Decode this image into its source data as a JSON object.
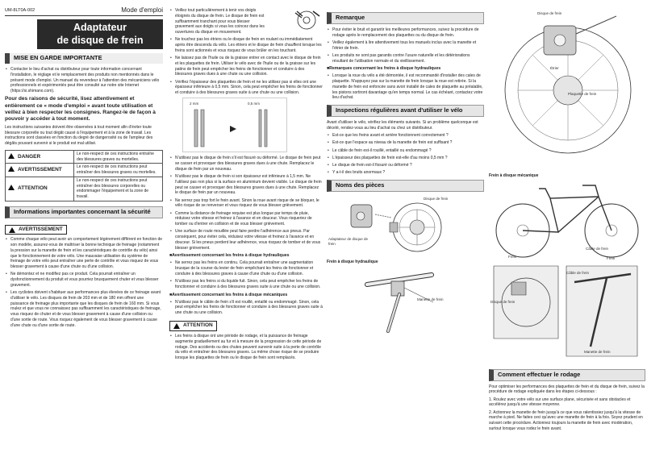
{
  "header": {
    "model": "UM-8LT0A-002",
    "manual_type": "Mode d'emploi"
  },
  "title": {
    "line1": "Adaptateur",
    "line2": "de disque de frein"
  },
  "col1": {
    "sec_mise_en_garde": "MISE EN GARDE IMPORTANTE",
    "bullet_contact": "Contacter le lieu d'achat ou distributeur pour toute information concernant l'installation, le réglage et le remplacement des produits non mentionnés dans le présent mode d'emploi. Un manuel du revendeur à l'attention des mécaniciens vélo professionnels et expérimentés peut être consulté sur notre site Internet (https://si.shimano.com).",
    "bold_reasons": "Pour des raisons de sécurité, lisez attentivement et entièrement ce « mode d'emploi » avant toute utilisation et veillez à bien respecter les consignes. Rangez-le de façon à pouvoir y accéder à tout moment.",
    "para_instructions": "Les instructions suivantes doivent être observées à tout moment afin d'éviter toute blessure corporelle ou tout dégât causé à l'équipement et à la zone de travail. Les instructions sont classées en fonction du degré de dangerosité ou de l'ampleur des dégâts pouvant survenir si le produit est mal utilisé.",
    "warnings": [
      {
        "key": "DANGER",
        "text": "Le non-respect de ces instructions entraîne des blessures graves ou mortelles."
      },
      {
        "key": "AVERTISSEMENT",
        "text": "Le non-respect de ces instructions peut entraîner des blessures graves ou mortelles."
      },
      {
        "key": "ATTENTION",
        "text": "Le non-respect de ces instructions peut entraîner des blessures corporelles ou endommager l'équipement et la zone de travail."
      }
    ],
    "sec_info": "Informations importantes concernant la sécurité",
    "badge_avert": "AVERTISSEMENT",
    "bullets": [
      "Comme chaque vélo peut avoir un comportement légèrement différent en fonction de son modèle, assurez-vous de maîtriser la bonne technique de freinage (notamment la pression sur la manette de frein et les caractéristiques de contrôle du vélo) ainsi que le fonctionnement de votre vélo. Une mauvaise utilisation du système de freinage de votre vélo peut entraîner une perte de contrôle et vous risquez de vous blesser gravement à cause d'une chute ou d'une collision.",
      "Ne démontez et ne modifiez pas ce produit. Cela pourrait entraîner un dysfonctionnement du produit et vous pourriez brusquement chuter et vous blesser gravement.",
      "Les cyclistes doivent s'habituer aux performances plus élevées de ce freinage avant d'utiliser le vélo. Les disques de frein de 203 mm et de 180 mm offrent une puissance de freinage plus importante que les disques de frein de 160 mm. Si vous roulez et que vous ne connaissez pas suffisamment les caractéristiques de freinage, vous risquez de chuter et de vous blesser gravement à cause d'une collision ou d'une sortie de route. Vous risquez également de vous blesser gravement à cause d'une chute ou d'une sortie de route."
    ]
  },
  "col2": {
    "bullets_top": [
      "Veillez tout particulièrement à tenir vos doigts éloignés du disque de frein. Le disque de frein est suffisamment tranchant pour vous blesser gravement aux doigts si vous les coincez dans les ouvertures du disque en mouvement.",
      "Ne touchez pas les étriers ou le disque de frein en roulant ou immédiatement après être descendu du vélo. Les étriers et le disque de frein chauffent lorsque les freins sont actionnés et vous risquez de vous brûler en les touchant.",
      "Ne laissez pas de l'huile ou de la graisse entrer en contact avec le disque de frein et les plaquettes de frein. Utiliser le vélo avec de l'huile ou de la graisse sur les patins de frein peut empêcher les freins de fonctionner et conduire à des blessures graves dues à une chute ou une collision.",
      "Vérifiez l'épaisseur des plaquettes de frein et ne les utilisez pas si elles ont une épaisseur inférieure à 0,5 mm. Sinon, cela peut empêcher les freins de fonctionner et conduire à des blessures graves suite à une chute ou une collision."
    ],
    "fig_pad_label": "2 mm",
    "fig_pad_label2": "0,5 mm",
    "bullets_mid": [
      "N'utilisez pas le disque de frein s'il est fissuré ou déformé. Le disque de frein peut se casser et provoquer des blessures graves dues à une chute. Remplacez le disque de frein par un nouveau.",
      "N'utilisez pas le disque de frein si son épaisseur est inférieure à 1,5 mm. Ne l'utilisez pas non plus si la surface en aluminium devient visible. Le disque de frein peut se casser et provoquer des blessures graves dues à une chute. Remplacez le disque de frein par un nouveau.",
      "Ne serrez pas trop fort le frein avant. Sinon la roue avant risque de se bloquer, le vélo risque de se renverser et vous risquez de vous blesser grièvement.",
      "Comme la distance de freinage requise est plus longue par temps de pluie, réduisez votre vitesse et freinez à l'avance et en douceur. Vous risqueriez de tomber ou d'entrer en collision et de vous blesser grièvement.",
      "Une surface de route mouillée peut faire perdre l'adhérence aux pneus. Par conséquent, pour éviter cela, réduisez votre vitesse et freinez à l'avance et en douceur. Si les pneus perdent leur adhérence, vous risquez de tomber et de vous blesser grièvement."
    ],
    "sub_hydraulic": "■Avertissement concernant les freins à disque hydrauliques",
    "bullets_hyd": [
      "Ne serrez pas les freins en continu. Cela pourrait entraîner une augmentation brusque de la course du levier de frein empêchant les freins de fonctionner et conduire à des blessures graves à cause d'une chute ou d'une collision.",
      "N'utilisez pas les freins si du liquide fuit. Sinon, cela peut empêcher les freins de fonctionner et conduire à des blessures graves suite à une chute ou une collision."
    ],
    "sub_mech": "■Avertissement concernant les freins à disque mécaniques",
    "bullets_mech": [
      "N'utilisez pas le câble de frein s'il est rouillé, entaillé ou endommagé. Sinon, cela peut empêcher les freins de fonctionner et conduire à des blessures graves suite à une chute ou une collision."
    ],
    "badge_attention": "ATTENTION",
    "bullets_att": [
      "Les freins à disque ont une période de rodage, et la puissance de freinage augmente graduellement au fur et à mesure de la progression de cette période de rodage. Des accidents ou des chutes peuvent survenir suite à la perte de contrôle du vélo et entraîner des blessures graves. La même chose risque de se produire lorsque les plaquettes de frein ou le disque de frein sont remplacés."
    ]
  },
  "col3": {
    "sec_remarque": "Remarque",
    "bullets_rem": [
      "Pour éviter le bruit et garantir les meilleures performances, suivez la procédure de rodage après le remplacement des plaquettes ou du disque de frein.",
      "Veillez également à lire attentivement tous les manuels inclus avec la manette et l'étrier de frein.",
      "Les produits ne sont pas garantis contre l'usure naturelle et les détériorations résultant de l'utilisation normale et du vieillissement."
    ],
    "sub_rem_hyd": "■Remarques concernant les freins à disque hydrauliques",
    "bullets_rem_hyd": [
      "Lorsque la roue du vélo a été démontée, il est recommandé d'installer des cales de plaquette. N'appuyez pas sur la manette de frein lorsque la roue est retirée. Si la manette de frein est enfoncée sans avoir installé de cales de plaquette au préalable, les pistons sortiront davantage qu'en temps normal. Le cas échéant, contactez votre lieu d'achat."
    ],
    "sec_inspect": "Inspections régulières avant d'utiliser le vélo",
    "para_inspect": "Avant d'utiliser le vélo, vérifiez les éléments suivants. Si un problème quelconque est décelé, rendez-vous au lieu d'achat ou chez un distributeur.",
    "bullets_inspect": [
      "Est-ce que les freins avant et arrière fonctionnent correctement ?",
      "Est-ce que l'espace au niveau de la manette de frein est suffisant ?",
      "Le câble de frein est-il rouillé, entaillé ou endommagé ?",
      "L'épaisseur des plaquettes de frein est-elle d'au moins 0,5 mm ?",
      "Le disque de frein est-il fissuré ou déformé ?",
      "Y a-t-il des bruits anormaux ?"
    ],
    "sec_pieces": "Noms des pièces",
    "lbl_disque": "Disque de frein",
    "lbl_adaptateur": "Adaptateur de disque de frein",
    "cap_hydraulique": "Frein à disque hydraulique",
    "lbl_manette": "Manette de frein"
  },
  "col4": {
    "lbl_disque_top": "Disque de frein",
    "lbl_etrier": "Étrier",
    "lbl_plaquette": "Plaquette de frein",
    "cap_mecanique": "Frein à disque mécanique",
    "lbl_cable": "Câble de frein",
    "lbl_cable2": "Câble de frein",
    "lbl_frein": "Frein",
    "lbl_frein2": "Frein",
    "lbl_disque2": "Disque de frein",
    "lbl_manette2": "Manette de frein",
    "sec_rodage": "Comment effectuer le rodage",
    "para_rodage": "Pour optimiser les performances des plaquettes de frein et du disque de frein, suivez la procédure de rodage expliquée dans les étapes ci-dessous :",
    "steps": [
      "1. Roulez avec votre vélo sur une surface plane, sécurisée et sans obstacles et accélérez jusqu'à une vitesse moyenne.",
      "2. Actionnez la manette de frein jusqu'à ce que vous ralentissiez jusqu'à la vitesse de marche à pied. Ne faites ceci qu'avec une manette de frein à la fois. Soyez prudent en suivant cette procédure. Actionnez toujours la manette de frein avec modération, surtout lorsque vous rodez le frein avant."
    ]
  }
}
